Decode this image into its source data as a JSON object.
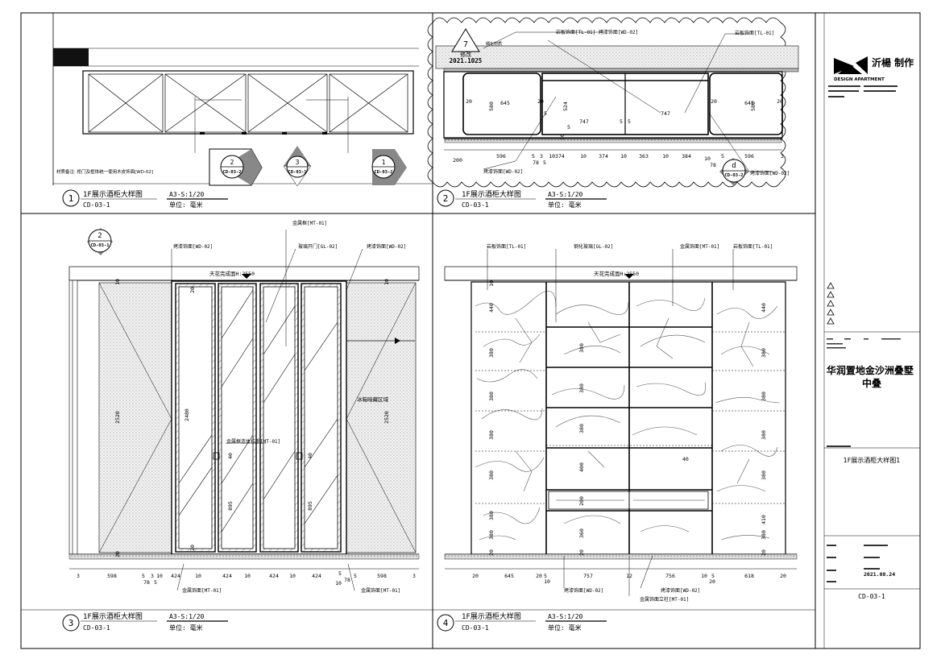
{
  "views": [
    {
      "num": "1",
      "title": "1F展示酒柜大样图",
      "scale": "A3-S:1/20",
      "code": "CD-03-1",
      "unit": "单位: 毫米"
    },
    {
      "num": "2",
      "title": "1F展示酒柜大样图",
      "scale": "A3-S:1/20",
      "code": "CD-03-1",
      "unit": "单位: 毫米"
    },
    {
      "num": "3",
      "title": "1F展示酒柜大样图",
      "scale": "A3-S:1/20",
      "code": "CD-03-1",
      "unit": "单位: 毫米"
    },
    {
      "num": "4",
      "title": "1F展示酒柜大样图",
      "scale": "A3-S:1/20",
      "code": "CD-03-1",
      "unit": "单位: 毫米"
    }
  ],
  "v1": {
    "note": "材质备注: 柜门及框体统一使用木皮饰面[WD-02]",
    "markers": [
      {
        "num": "2",
        "code": "CD-03-2"
      },
      {
        "num": "3",
        "code": "CD-03-1"
      },
      {
        "num": "1",
        "code": "CD-03-2"
      }
    ]
  },
  "v2": {
    "revision": {
      "num": "7",
      "text": "修改",
      "date": "2021.1025"
    },
    "small_note": "细化材质",
    "labels": {
      "top1": "岩板饰面[TL-01] 烤漆饰面[WD-02]",
      "top2": "岩板饰面[TL-01]",
      "bottom_left": "烤漆饰面[WD-02]",
      "bottom_right": "烤漆饰面[WD-02]"
    },
    "dims": {
      "d20a": "20",
      "d580a": "580",
      "d645a": "645",
      "d20b": "20",
      "d524": "524",
      "d5a": "5",
      "d747a": "747",
      "d5b": "5",
      "d5c": "5",
      "d747b": "747",
      "d20c": "20",
      "d645b": "645",
      "d580b": "580",
      "d20d": "20",
      "d30": "30",
      "d5d": "5",
      "b200": "200",
      "b596a": "596",
      "b5": "5",
      "b3": "3",
      "b10374": "10374",
      "b10a": "10",
      "b374": "374",
      "b10b": "10",
      "b363": "363",
      "b10c": "10",
      "b384": "384",
      "b5b": "5",
      "b596b": "596",
      "b3b": "3",
      "b78a": "78",
      "b5c": "5",
      "b10d": "10",
      "b78b": "78"
    },
    "marker": {
      "num": "d",
      "code": "CD-03-2"
    }
  },
  "v3": {
    "marker": {
      "num": "2",
      "code": "CD-03-1"
    },
    "labels": {
      "metal_frame": "金属框[MT-01]",
      "lacquer_left": "烤漆饰面[WD-02]",
      "glass_door": "玻璃开门[GL-02]",
      "lacquer_right": "烤漆饰面[WD-02]",
      "ceiling": "天花完成面H:2550",
      "handle": "金属框连体拉手[MT-01]",
      "fridge": "冰箱暗藏区域",
      "metal_bottom_left": "金属饰面[MT-01]",
      "metal_bottom_right": "金属饰面[MT-01]"
    },
    "dims": {
      "h10a": "10",
      "h2520a": "2520",
      "h20a": "20",
      "h2480": "2480",
      "h20b": "20",
      "h40a": "40",
      "h895a": "895",
      "h10b": "10",
      "h2520b": "2520",
      "h40b": "40",
      "h895b": "895",
      "h20c": "20",
      "b3a": "3",
      "b598a": "598",
      "b5a": "5",
      "b3b": "3",
      "b10a": "10",
      "b78a": "78",
      "b5b": "5",
      "b424a": "424",
      "b10b": "10",
      "b424b": "424",
      "b10c": "10",
      "b424c": "424",
      "b10d": "10",
      "b424d": "424",
      "b5c": "5",
      "b10e": "10",
      "b78b": "78",
      "b5d": "5",
      "b598b": "598",
      "b3c": "3"
    }
  },
  "v4": {
    "labels": {
      "rock_left": "岩板饰面[TL-01]",
      "glass": "钢化玻璃[GL-02]",
      "metal": "金属饰面[MT-01]",
      "rock_right": "岩板饰面[TL-01]",
      "ceiling": "天花完成面H:2550",
      "lacquer1": "烤漆饰面[WD-02]",
      "lacquer2": "烤漆饰面[WD-02]",
      "metal_post": "金属饰面立柱[MT-01]",
      "d40": "40"
    },
    "dims_left": [
      "10",
      "440",
      "380",
      "380",
      "380",
      "380",
      "380",
      "380",
      "20"
    ],
    "dims_mid": [
      "380",
      "380",
      "380",
      "400",
      "200",
      "360",
      "20"
    ],
    "dims_right": [
      "440",
      "380",
      "380",
      "380",
      "380",
      "410",
      "380",
      "20"
    ],
    "bottom": {
      "a": "20",
      "b": "645",
      "c": "20",
      "d": "5",
      "e": "10",
      "f": "757",
      "g": "12",
      "h": "756",
      "i": "10",
      "j": "5",
      "k": "20",
      "l": "618",
      "m": "20"
    }
  },
  "titleblock": {
    "logo_text": "沂楊 制作",
    "logo_sub": "DESIGN APARTMENT",
    "project": "华润置地金沙洲叠墅中叠",
    "drawing_name": "1F展示酒柜大样图1",
    "date": "2021.08.24",
    "code": "CD-03-1"
  }
}
